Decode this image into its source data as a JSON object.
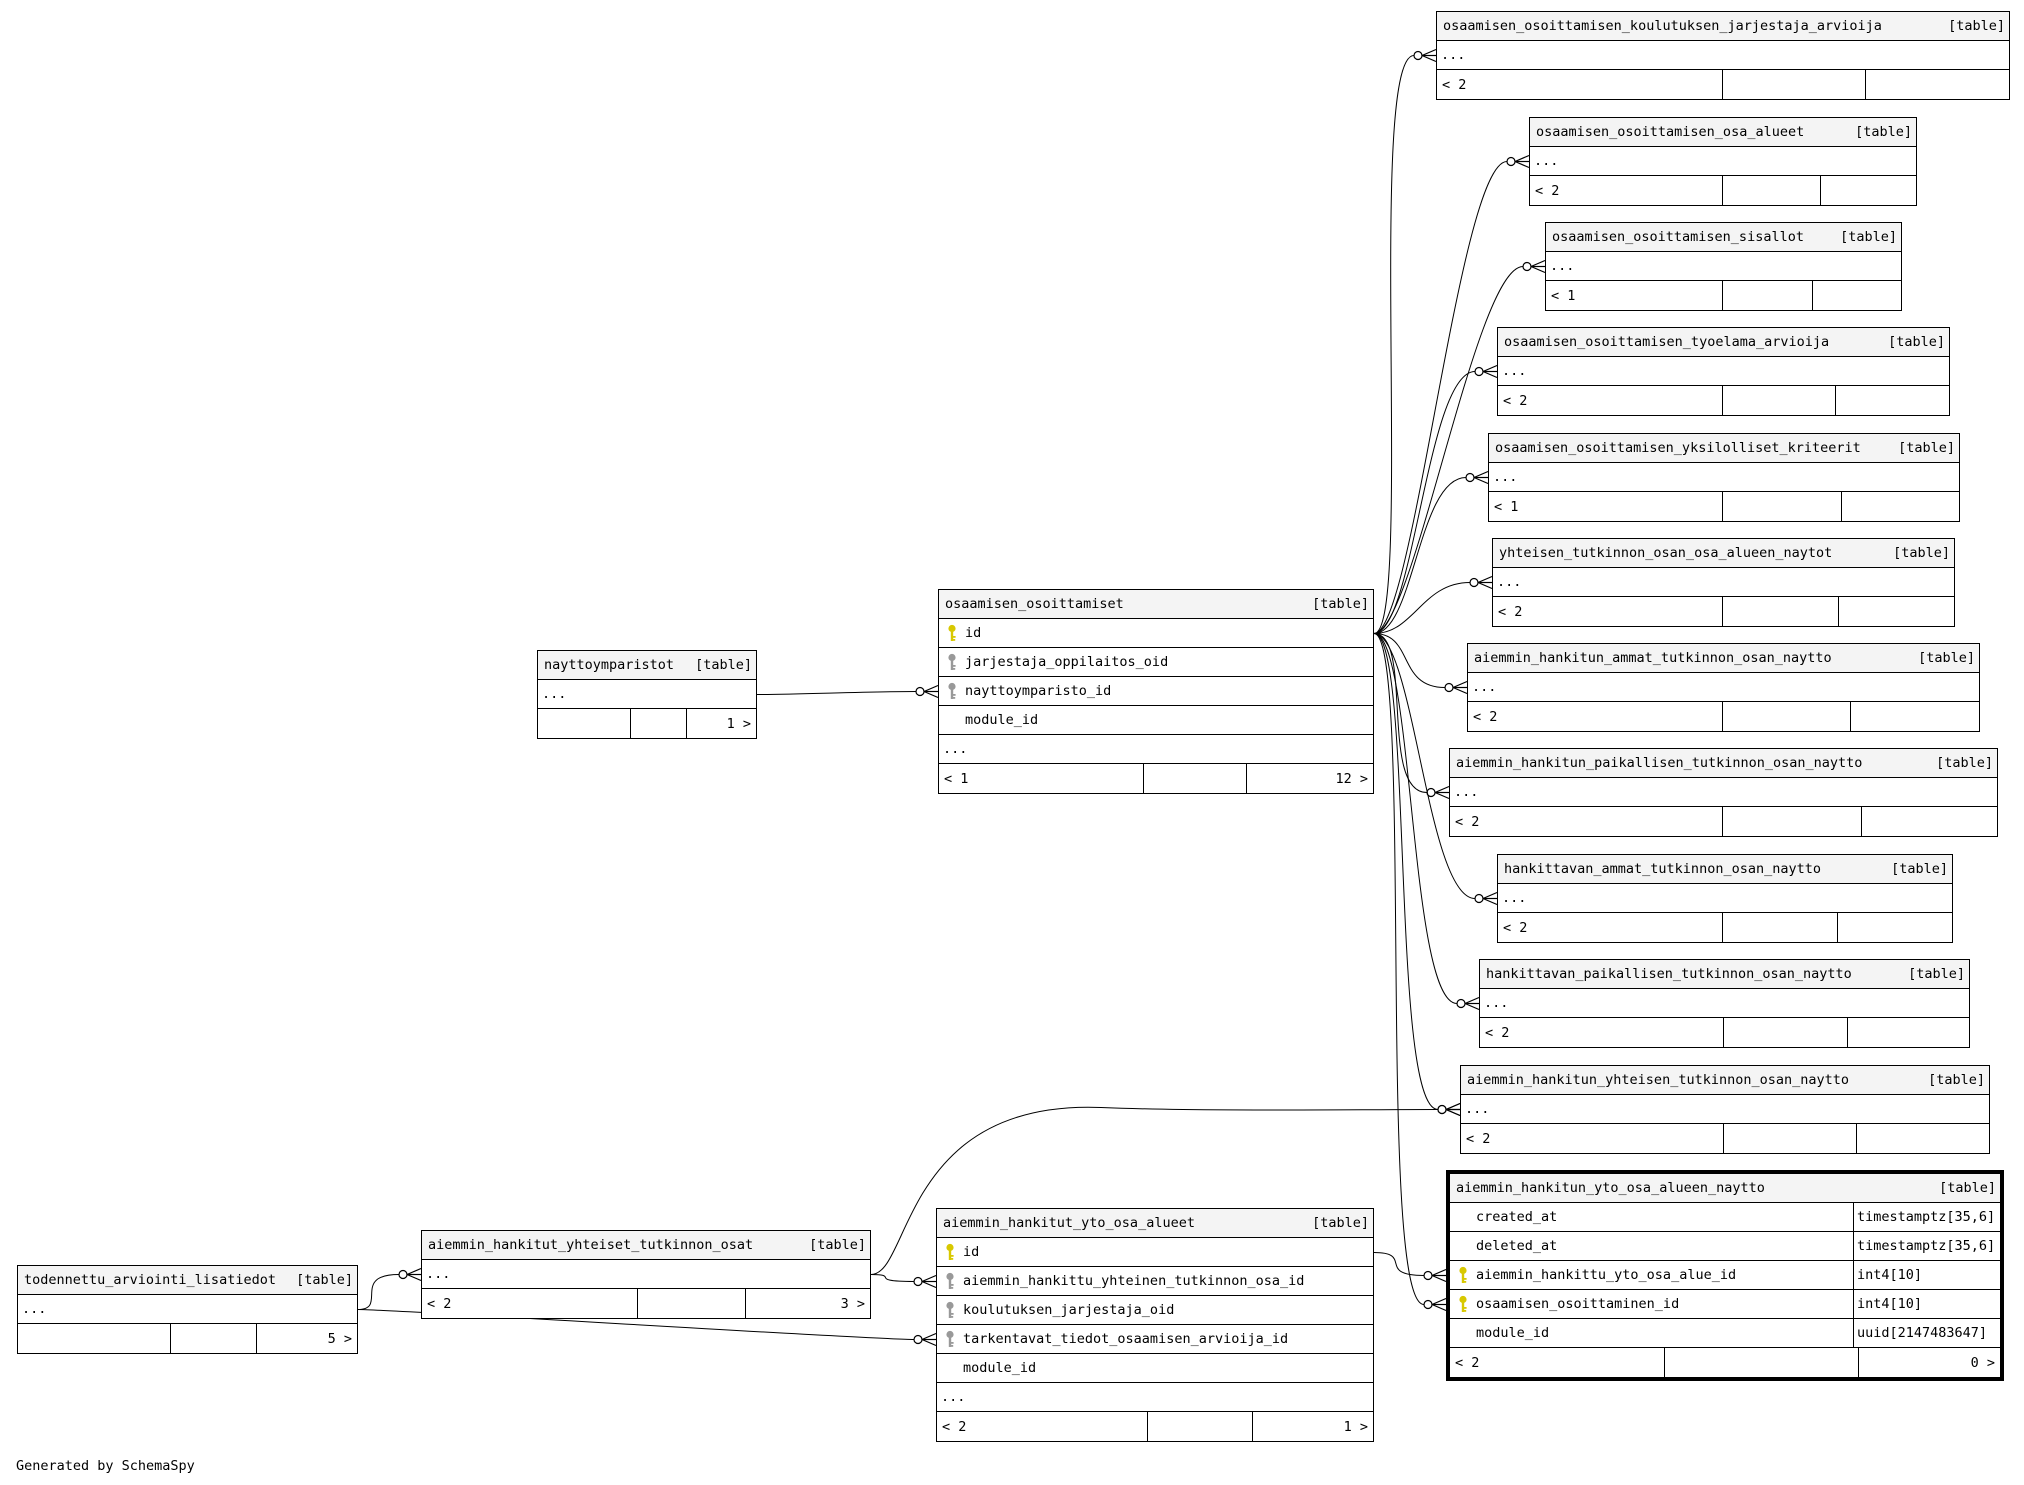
{
  "footer_note": "Generated by SchemaSpy",
  "icons": {
    "primary_key": "key-icon-gold",
    "foreign_key": "key-icon-grey"
  },
  "tables": [
    {
      "id": "t_kja",
      "name": "osaamisen_osoittamisen_koulutuksen_jarjestaja_arvioija",
      "tag": "[table]",
      "ellipsis": "...",
      "footer_left": "< 2",
      "footer_right": ""
    },
    {
      "id": "t_oa",
      "name": "osaamisen_osoittamisen_osa_alueet",
      "tag": "[table]",
      "ellipsis": "...",
      "footer_left": "< 2",
      "footer_right": ""
    },
    {
      "id": "t_sis",
      "name": "osaamisen_osoittamisen_sisallot",
      "tag": "[table]",
      "ellipsis": "...",
      "footer_left": "< 1",
      "footer_right": ""
    },
    {
      "id": "t_tya",
      "name": "osaamisen_osoittamisen_tyoelama_arvioija",
      "tag": "[table]",
      "ellipsis": "...",
      "footer_left": "< 2",
      "footer_right": ""
    },
    {
      "id": "t_yk",
      "name": "osaamisen_osoittamisen_yksilolliset_kriteerit",
      "tag": "[table]",
      "ellipsis": "...",
      "footer_left": "< 1",
      "footer_right": ""
    },
    {
      "id": "t_ytn",
      "name": "yhteisen_tutkinnon_osan_osa_alueen_naytot",
      "tag": "[table]",
      "ellipsis": "...",
      "footer_left": "< 2",
      "footer_right": ""
    },
    {
      "id": "t_aatn",
      "name": "aiemmin_hankitun_ammat_tutkinnon_osan_naytto",
      "tag": "[table]",
      "ellipsis": "...",
      "footer_left": "< 2",
      "footer_right": ""
    },
    {
      "id": "t_aptn",
      "name": "aiemmin_hankitun_paikallisen_tutkinnon_osan_naytto",
      "tag": "[table]",
      "ellipsis": "...",
      "footer_left": "< 2",
      "footer_right": ""
    },
    {
      "id": "t_hatn",
      "name": "hankittavan_ammat_tutkinnon_osan_naytto",
      "tag": "[table]",
      "ellipsis": "...",
      "footer_left": "< 2",
      "footer_right": ""
    },
    {
      "id": "t_hptn",
      "name": "hankittavan_paikallisen_tutkinnon_osan_naytto",
      "tag": "[table]",
      "ellipsis": "...",
      "footer_left": "< 2",
      "footer_right": ""
    },
    {
      "id": "t_aytn",
      "name": "aiemmin_hankitun_yhteisen_tutkinnon_osan_naytto",
      "tag": "[table]",
      "ellipsis": "...",
      "footer_left": "< 2",
      "footer_right": ""
    },
    {
      "id": "t_focus",
      "name": "aiemmin_hankitun_yto_osa_alueen_naytto",
      "tag": "[table]",
      "footer_left": "< 2",
      "footer_right": "0 >",
      "columns": [
        {
          "name": "created_at",
          "type": "timestamptz[35,6]",
          "key": ""
        },
        {
          "name": "deleted_at",
          "type": "timestamptz[35,6]",
          "key": ""
        },
        {
          "name": "aiemmin_hankittu_yto_osa_alue_id",
          "type": "int4[10]",
          "key": "pk"
        },
        {
          "name": "osaamisen_osoittaminen_id",
          "type": "int4[10]",
          "key": "pk"
        },
        {
          "name": "module_id",
          "type": "uuid[2147483647]",
          "key": ""
        }
      ]
    },
    {
      "id": "t_oo",
      "name": "osaamisen_osoittamiset",
      "tag": "[table]",
      "ellipsis": "...",
      "footer_left": "< 1",
      "footer_right": "12 >",
      "columns": [
        {
          "name": "id",
          "key": "pk"
        },
        {
          "name": "jarjestaja_oppilaitos_oid",
          "key": "fk"
        },
        {
          "name": "nayttoymparisto_id",
          "key": "fk"
        },
        {
          "name": "module_id",
          "key": ""
        }
      ]
    },
    {
      "id": "t_ny",
      "name": "nayttoymparistot",
      "tag": "[table]",
      "ellipsis": "...",
      "footer_left": "",
      "footer_right": "1 >"
    },
    {
      "id": "t_ayoa",
      "name": "aiemmin_hankitut_yto_osa_alueet",
      "tag": "[table]",
      "ellipsis": "...",
      "footer_left": "< 2",
      "footer_right": "1 >",
      "columns": [
        {
          "name": "id",
          "key": "pk"
        },
        {
          "name": "aiemmin_hankittu_yhteinen_tutkinnon_osa_id",
          "key": "fk"
        },
        {
          "name": "koulutuksen_jarjestaja_oid",
          "key": "fk"
        },
        {
          "name": "tarkentavat_tiedot_osaamisen_arvioija_id",
          "key": "fk"
        },
        {
          "name": "module_id",
          "key": ""
        }
      ]
    },
    {
      "id": "t_ayto",
      "name": "aiemmin_hankitut_yhteiset_tutkinnon_osat",
      "tag": "[table]",
      "ellipsis": "...",
      "footer_left": "< 2",
      "footer_right": "3 >"
    },
    {
      "id": "t_tal",
      "name": "todennettu_arviointi_lisatiedot",
      "tag": "[table]",
      "ellipsis": "...",
      "footer_left": "",
      "footer_right": "5 >"
    }
  ]
}
